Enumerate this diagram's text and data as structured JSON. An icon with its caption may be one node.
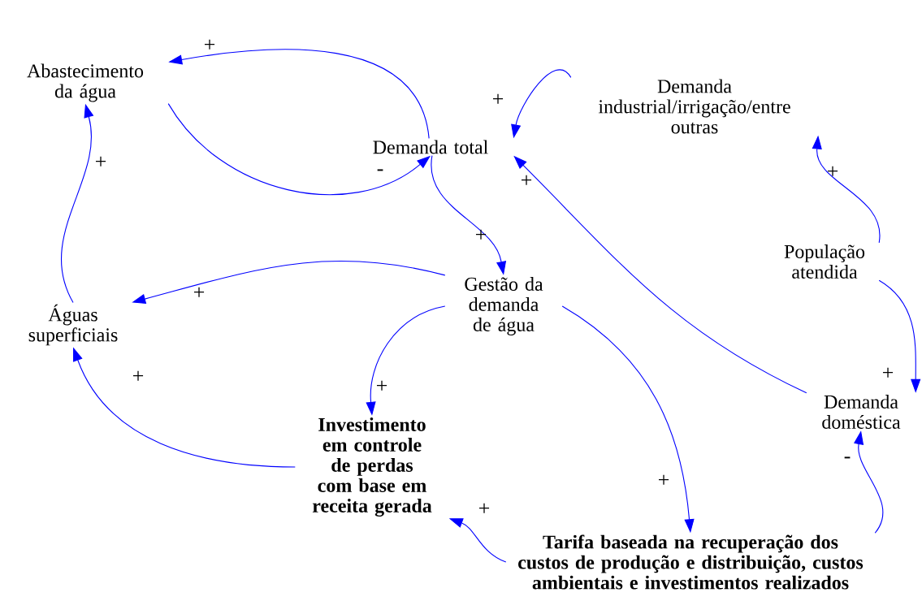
{
  "diagram": {
    "nodes": [
      {
        "text": [
          "Abastecimento da água"
        ]
      },
      {
        "text": [
          "Demanda total"
        ]
      },
      {
        "text": [
          "Demanda industrial/irrigação/entre outras"
        ]
      },
      {
        "text": [
          "Gestão da demanda de água"
        ]
      },
      {
        "text": [
          "Águas superficiais"
        ]
      },
      {
        "text": [
          "População atendida"
        ]
      },
      {
        "text": [
          "Investimento em controle de perdas com base em receita gerada"
        ]
      },
      {
        "text": [
          "Demanda doméstica"
        ]
      },
      {
        "text": [
          "Tarifa baseada na recuperação dos custos de produção e distribuição, custos ambientais e investimentos realizados"
        ]
      }
    ],
    "edges": [
      {
        "from": 1,
        "to": 0,
        "arrow": "to",
        "label": "+"
      },
      {
        "from": 0,
        "to": 1,
        "arrow": "to",
        "label": "-"
      },
      {
        "from": 2,
        "to": 1,
        "arrow": "to",
        "label": "+"
      },
      {
        "from": 7,
        "to": 1,
        "arrow": "to",
        "label": "+"
      },
      {
        "from": 1,
        "to": 3,
        "arrow": "to",
        "label": "+"
      },
      {
        "from": 3,
        "to": 4,
        "arrow": "to",
        "label": "+"
      },
      {
        "from": 4,
        "to": 0,
        "arrow": "to",
        "label": "+"
      },
      {
        "from": 3,
        "to": 6,
        "arrow": "to",
        "label": "+"
      },
      {
        "from": 3,
        "to": 8,
        "arrow": "to",
        "label": "+"
      },
      {
        "from": 6,
        "to": 4,
        "arrow": "to",
        "label": "+"
      },
      {
        "from": 8,
        "to": 6,
        "arrow": "to",
        "label": "+"
      },
      {
        "from": 5,
        "to": 2,
        "arrow": "to",
        "label": "+"
      },
      {
        "from": 5,
        "to": 7,
        "arrow": "to",
        "label": "+"
      },
      {
        "from": 8,
        "to": 7,
        "arrow": "to",
        "label": "-"
      }
    ]
  }
}
